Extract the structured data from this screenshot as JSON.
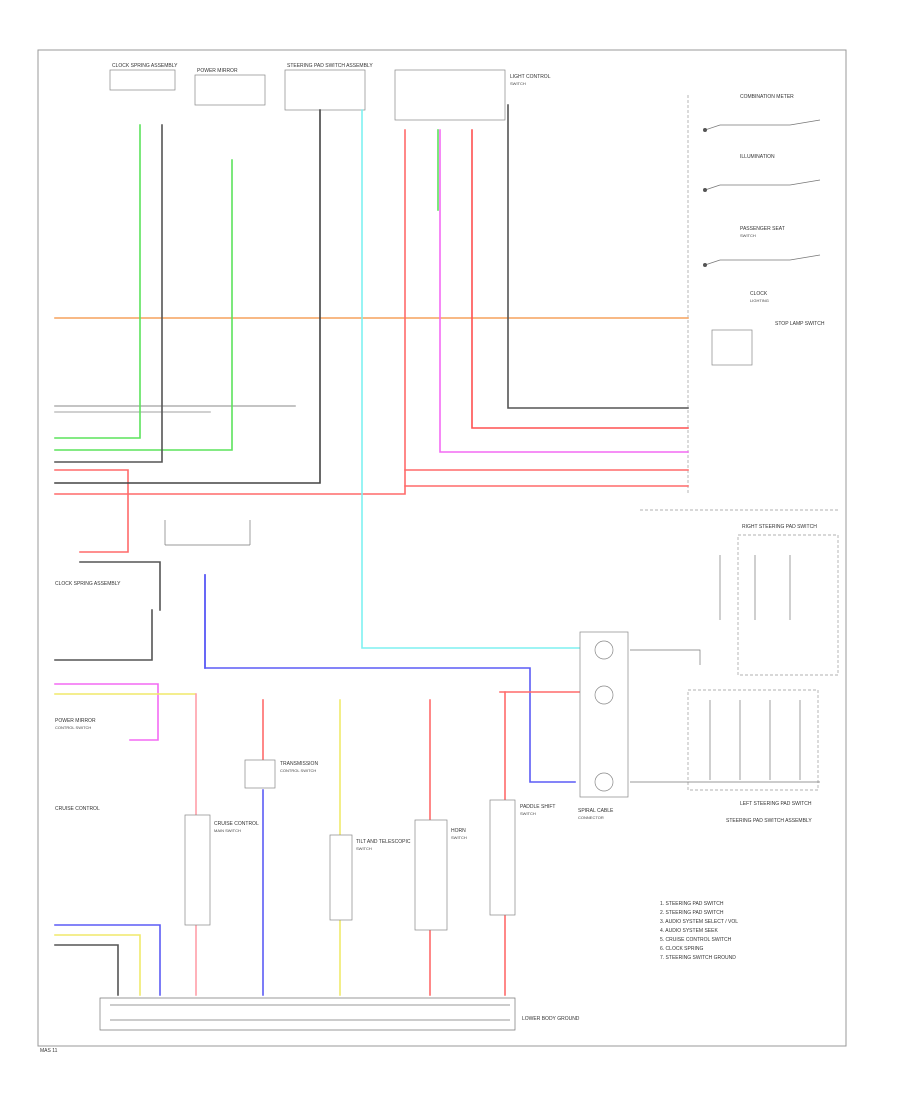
{
  "diagram": {
    "components": [
      {
        "id": "c1",
        "label": "CLOCK SPRING ASSEMBLY",
        "sub": ""
      },
      {
        "id": "c2",
        "label": "STEERING PAD SWITCH ASSEMBLY",
        "sub": ""
      },
      {
        "id": "c3",
        "label": "LIGHT CONTROL",
        "sub": "SWITCH"
      },
      {
        "id": "c4",
        "label": "COMBINATION METER",
        "sub": ""
      },
      {
        "id": "c5",
        "label": "ILLUMINATION",
        "sub": ""
      },
      {
        "id": "c6",
        "label": "PASSENGER SEAT",
        "sub": "SWITCH"
      },
      {
        "id": "c7",
        "label": "STOP LAMP SWITCH",
        "sub": ""
      },
      {
        "id": "c8",
        "label": "CLOCK",
        "sub": "LIGHTING"
      },
      {
        "id": "c9",
        "label": "RIGHT STEERING PAD SWITCH",
        "sub": ""
      },
      {
        "id": "c10",
        "label": "SPIRAL CABLE",
        "sub": "CONNECTOR"
      },
      {
        "id": "c11",
        "label": "LEFT STEERING PAD SWITCH",
        "sub": ""
      },
      {
        "id": "c12",
        "label": "STEERING PAD SWITCH ASSEMBLY",
        "sub": ""
      },
      {
        "id": "c13",
        "label": "CRUISE CONTROL",
        "sub": "MAIN SWITCH"
      },
      {
        "id": "c14",
        "label": "TRANSMISSION",
        "sub": "CONTROL SWITCH"
      },
      {
        "id": "c15",
        "label": "TILT AND TELESCOPIC",
        "sub": "SWITCH"
      },
      {
        "id": "c16",
        "label": "HORN",
        "sub": "SWITCH"
      },
      {
        "id": "c17",
        "label": "PADDLE SHIFT",
        "sub": "SWITCH"
      },
      {
        "id": "c18",
        "label": "POWER MIRROR",
        "sub": "CONTROL SWITCH"
      },
      {
        "id": "c19",
        "label": "LOWER BODY GROUND",
        "sub": ""
      }
    ],
    "legend": [
      "1. STEERING PAD SWITCH",
      "2. STEERING PAD SWITCH",
      "3. AUDIO SYSTEM SELECT / VOL",
      "4. AUDIO SYSTEM SEEK",
      "5. CRUISE CONTROL SWITCH",
      "6. CLOCK SPRING",
      "7. STEERING SWITCH GROUND"
    ],
    "page_ref": "MAS 11"
  }
}
